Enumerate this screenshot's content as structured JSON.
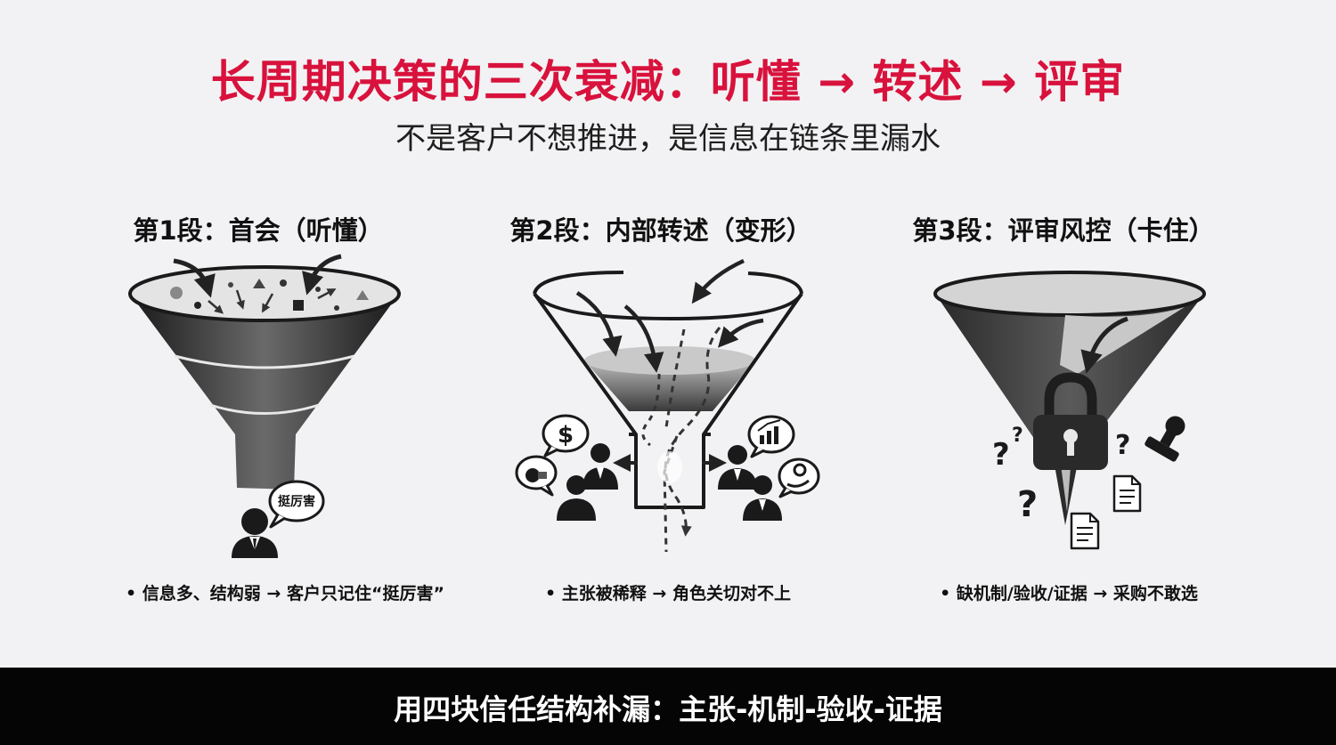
{
  "header": {
    "title": "长周期决策的三次衰减：听懂 → 转述 → 评审",
    "subtitle": "不是客户不想推进，是信息在链条里漏水"
  },
  "stages": [
    {
      "heading": "第1段：首会（听懂）",
      "bubble": "挺厉害",
      "bullet": "• 信息多、结构弱 → 客户只记住“挺厉害”"
    },
    {
      "heading": "第2段：内部转述（变形）",
      "bullet": "• 主张被稀释 → 角色关切对不上"
    },
    {
      "heading": "第3段：评审风控（卡住）",
      "bullet": "• 缺机制/验收/证据 → 采购不敢选"
    }
  ],
  "footer": {
    "text": "用四块信任结构补漏：主张-机制-验收-证据"
  },
  "colors": {
    "title": "#d8123c",
    "footer_bg": "#050505",
    "footer_text": "#ffffff"
  },
  "icons": [
    "arrow-icon",
    "funnel-icon",
    "person-icon",
    "speech-bubble-icon",
    "dollar-icon",
    "money-bag-icon",
    "chart-icon",
    "gear-icon",
    "lock-icon",
    "question-icon",
    "document-icon",
    "stamp-icon"
  ]
}
